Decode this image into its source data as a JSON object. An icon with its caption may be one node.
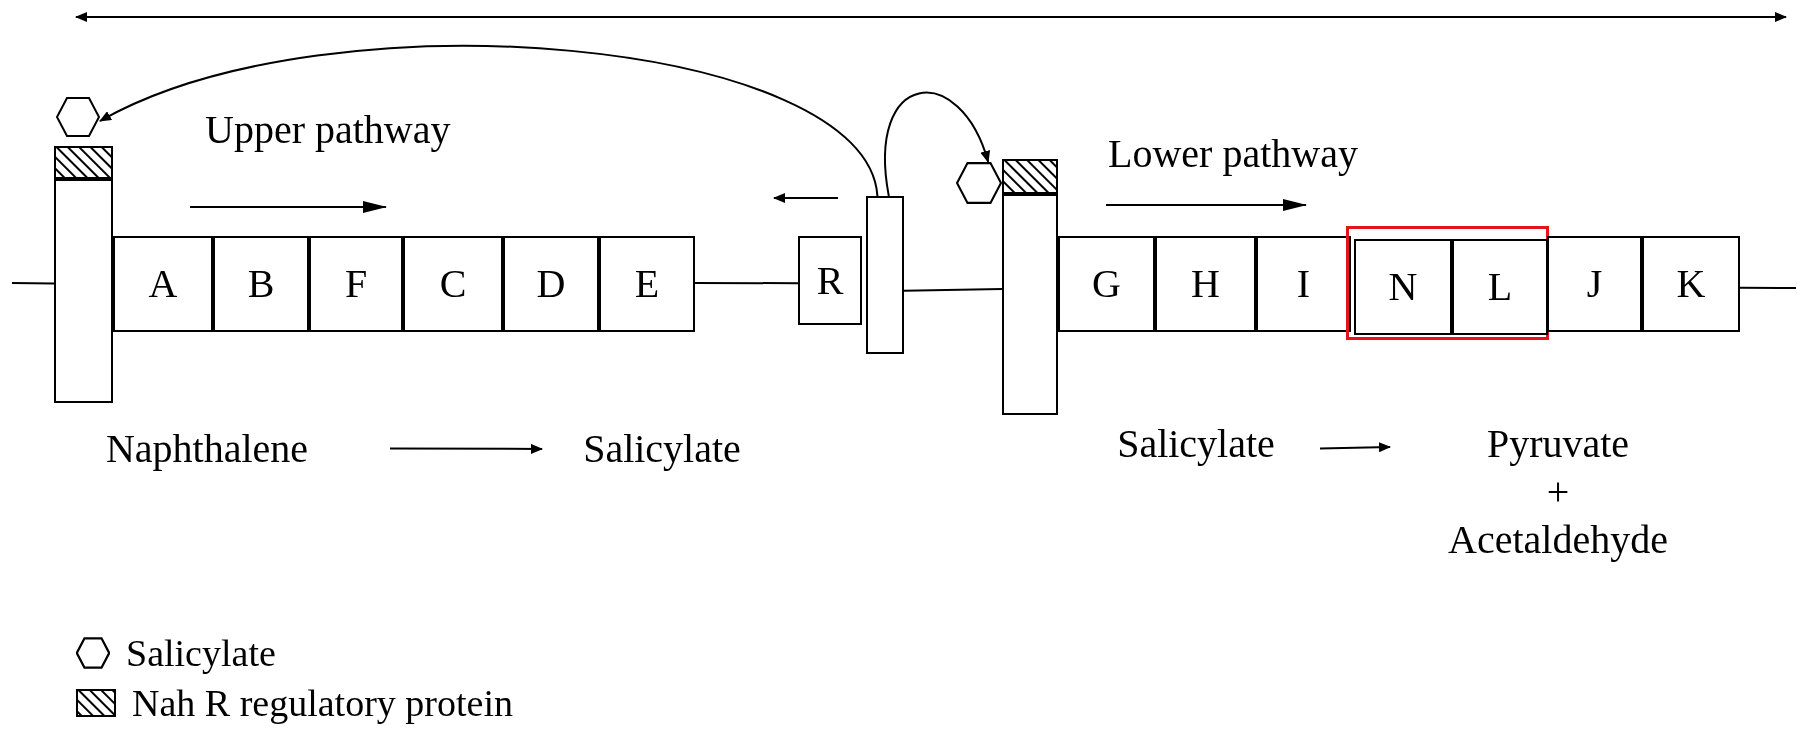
{
  "diagram": {
    "nodes": [
      {
        "text": [],
        "shape": "bar"
      },
      {
        "text": [],
        "shape": "box"
      },
      {
        "text": [],
        "shape": "hexagon"
      },
      {
        "text": [
          "A"
        ]
      },
      {
        "text": [
          "B"
        ]
      },
      {
        "text": [
          "F"
        ]
      },
      {
        "text": [
          "C"
        ]
      },
      {
        "text": [
          "D"
        ]
      },
      {
        "text": [
          "E"
        ]
      },
      {
        "text": [
          "R"
        ]
      },
      {
        "text": [],
        "shape": "bar"
      },
      {
        "text": [],
        "shape": "bar"
      },
      {
        "text": [],
        "shape": "box"
      },
      {
        "text": [],
        "shape": "hexagon"
      },
      {
        "text": [
          "G"
        ]
      },
      {
        "text": [
          "H"
        ]
      },
      {
        "text": [
          "I"
        ]
      },
      {
        "text": [],
        "shape": "box"
      },
      {
        "text": [
          "N"
        ],
        "in": 17
      },
      {
        "text": [
          "L"
        ],
        "in": 17
      },
      {
        "text": [
          "J"
        ]
      },
      {
        "text": [
          "K"
        ]
      },
      {
        "text": [
          "Naphthalene"
        ]
      },
      {
        "text": [
          "Salicylate"
        ]
      },
      {
        "text": [
          "Salicylate"
        ]
      },
      {
        "text": [
          "Pyruvate",
          "+",
          "Acetaldehyde"
        ]
      }
    ],
    "edges": [
      {
        "from": 10,
        "to": 2,
        "arrow": "to"
      },
      {
        "from": 10,
        "to": 13,
        "arrow": "to"
      },
      {
        "from": null,
        "to": 0,
        "arrow": "none"
      },
      {
        "from": 8,
        "to": 9,
        "arrow": "none"
      },
      {
        "from": 10,
        "to": 11,
        "arrow": "none"
      },
      {
        "from": 21,
        "to": null,
        "arrow": "none"
      },
      {
        "from": 22,
        "to": 23,
        "arrow": "to"
      },
      {
        "from": 24,
        "to": 25,
        "arrow": "to"
      }
    ],
    "labels": [
      "Upper pathway",
      "Lower pathway"
    ],
    "legend": [
      {
        "text": "Salicylate"
      },
      {
        "text": "Nah R regulatory protein"
      }
    ]
  }
}
